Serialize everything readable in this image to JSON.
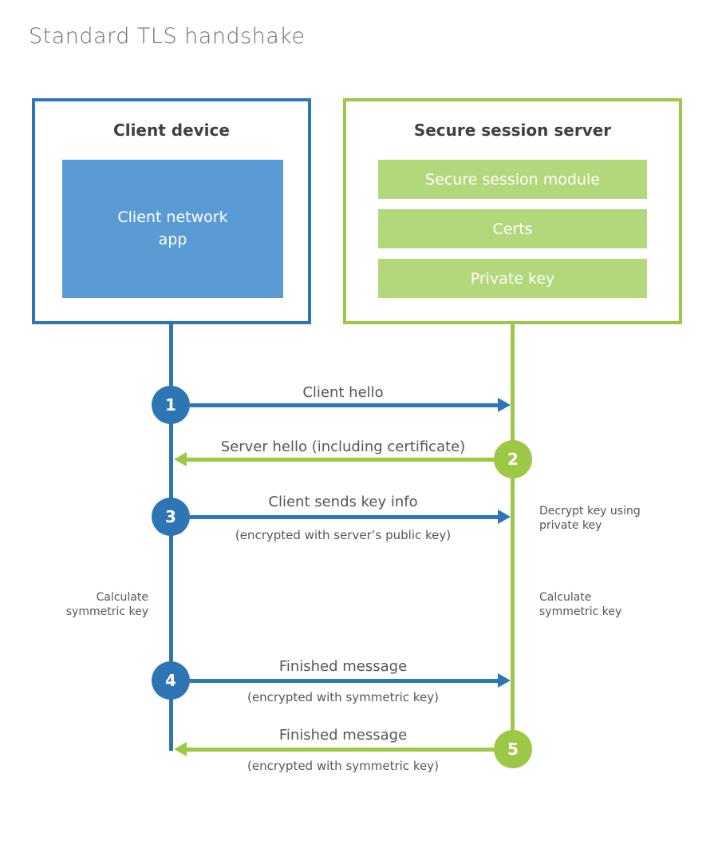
{
  "title": "Standard TLS handshake",
  "colors": {
    "blue_line": "#2e75b6",
    "blue_fill": "#5b9bd5",
    "green_line": "#9cc845",
    "green_fill": "#b3d87c",
    "title_text": "#6e6f72",
    "label_text": "#55565a",
    "box_title_text": "#3f4043"
  },
  "client_box": {
    "title": "Client device",
    "app_label": "Client network\napp"
  },
  "server_box": {
    "title": "Secure session server",
    "modules": [
      {
        "label": "Secure session module"
      },
      {
        "label": "Certs"
      },
      {
        "label": "Private key"
      }
    ]
  },
  "messages": [
    {
      "step": "1",
      "from": "client",
      "direction": "right",
      "label": "Client hello",
      "sublabel": ""
    },
    {
      "step": "2",
      "from": "server",
      "direction": "left",
      "label": "Server hello (including certificate)",
      "sublabel": ""
    },
    {
      "step": "3",
      "from": "client",
      "direction": "right",
      "label": "Client sends key info",
      "sublabel": "(encrypted with server’s public key)"
    },
    {
      "step": "4",
      "from": "client",
      "direction": "right",
      "label": "Finished message",
      "sublabel": "(encrypted with symmetric key)"
    },
    {
      "step": "5",
      "from": "server",
      "direction": "left",
      "label": "Finished message",
      "sublabel": "(encrypted with symmetric key)"
    }
  ],
  "side_notes": [
    {
      "side": "right",
      "text": "Decrypt key using\nprivate key"
    },
    {
      "side": "left",
      "text": "Calculate\nsymmetric key"
    },
    {
      "side": "right",
      "text": "Calculate\nsymmetric key"
    }
  ]
}
